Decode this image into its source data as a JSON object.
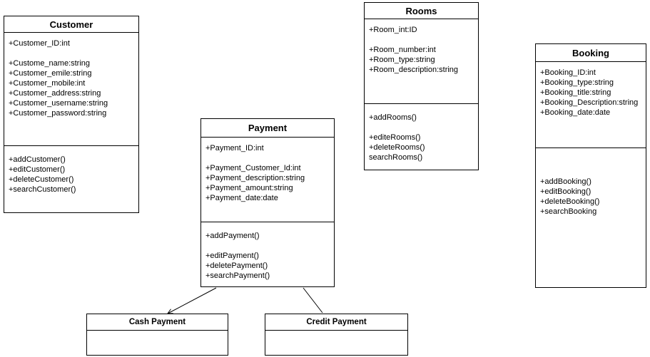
{
  "diagram": {
    "type": "uml-class-diagram",
    "colors": {
      "border": "#000000",
      "background": "#ffffff",
      "text": "#000000"
    },
    "classes": {
      "customer": {
        "title": "Customer",
        "attributes": [
          "+Customer_ID:int",
          "",
          "+Custome_name:string",
          "+Customer_emile:string",
          "+Customer_mobile:int",
          "+Customer_address:string",
          "+Customer_username:string",
          "+Customer_password:string"
        ],
        "methods": [
          "+addCustomer()",
          "+editCustomer()",
          "+deleteCustomer()",
          "+searchCustomer()"
        ]
      },
      "rooms": {
        "title": "Rooms",
        "attributes": [
          "+Room_int:ID",
          "",
          "+Room_number:int",
          "+Room_type:string",
          "+Room_description:string"
        ],
        "methods": [
          "+addRooms()",
          "",
          "+editeRooms()",
          "+deleteRooms()",
          "searchRooms()"
        ]
      },
      "payment": {
        "title": "Payment",
        "attributes": [
          "+Payment_ID:int",
          "",
          "+Payment_Customer_Id:int",
          "+Payment_description:string",
          "+Payment_amount:string",
          "+Payment_date:date"
        ],
        "methods": [
          "+addPayment()",
          "",
          "+editPayment()",
          "+deletePayment()",
          "+searchPayment()"
        ]
      },
      "booking": {
        "title": "Booking",
        "attributes": [
          "+Booking_ID:int",
          "+Booking_type:string",
          "+Booking_title:string",
          "+Booking_Description:string",
          "+Booking_date:date"
        ],
        "methods": [
          "",
          "",
          "+addBooking()",
          "+editBooking()",
          "+deleteBooking()",
          "+searchBooking"
        ]
      },
      "cash_payment": {
        "title": "Cash Payment"
      },
      "credit_payment": {
        "title": "Credit Payment"
      }
    },
    "relationships": [
      {
        "from": "Payment",
        "to": "Cash Payment",
        "style": "solid-line-open-arrow"
      },
      {
        "from": "Payment",
        "to": "Credit Payment",
        "style": "solid-line"
      }
    ]
  }
}
